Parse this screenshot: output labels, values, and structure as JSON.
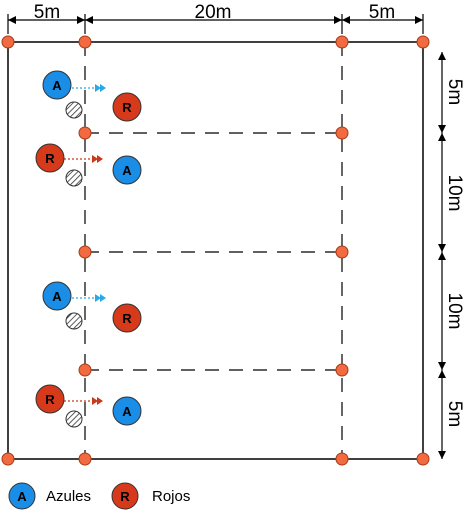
{
  "dimensions": {
    "left_width": "5m",
    "center_width": "20m",
    "right_width": "5m",
    "top_band": "5m",
    "upper_middle_band": "10m",
    "lower_middle_band": "10m",
    "bottom_band": "5m"
  },
  "players": {
    "blue_letter": "A",
    "red_letter": "R"
  },
  "legend": {
    "blue_letter": "A",
    "blue_label": "Azules",
    "red_letter": "R",
    "red_label": "Rojos"
  },
  "colors": {
    "blue": "#1a8de6",
    "red": "#d63a1a",
    "cone": "#f26a3f",
    "blue_arrow": "#2aa8e8",
    "red_arrow": "#c8381a"
  }
}
